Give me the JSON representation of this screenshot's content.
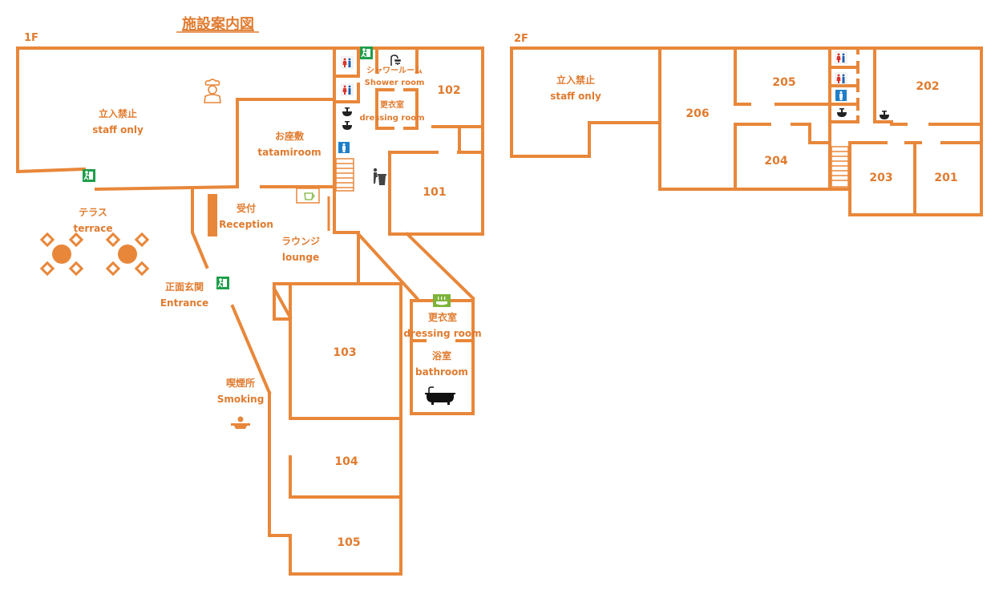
{
  "title": "施設案内図",
  "floor1": {
    "label": "1F",
    "staff_only_ja": "立入禁止",
    "staff_only_en": "staff only",
    "tatami_ja": "お座敷",
    "tatami_en": "tatamiroom",
    "shower_ja": "シャワールーム",
    "shower_en": "Shower room",
    "dressing_ja": "更衣室",
    "dressing_en": "dressing room",
    "terrace_ja": "テラス",
    "terrace_en": "terrace",
    "reception_ja": "受付",
    "reception_en": "Reception",
    "lounge_ja": "ラウンジ",
    "lounge_en": "lounge",
    "entrance_ja": "正面玄関",
    "entrance_en": "Entrance",
    "smoking_ja": "喫煙所",
    "smoking_en": "Smoking",
    "bath_dressing_ja": "更衣室",
    "bath_dressing_en": "dressing room",
    "bathroom_ja": "浴室",
    "bathroom_en": "bathroom",
    "rooms": [
      "101",
      "102",
      "103",
      "104",
      "105"
    ]
  },
  "floor2": {
    "label": "2F",
    "staff_only_ja": "立入禁止",
    "staff_only_en": "staff only",
    "rooms": [
      "201",
      "202",
      "203",
      "204",
      "205",
      "206"
    ]
  },
  "colors": {
    "wall": "#E8873A",
    "text": "#E07B2F",
    "exit_sign": "#1E9E4A",
    "toilet_bg": "#1F7FC8",
    "toilet_male": "#1F5FB0",
    "toilet_female": "#D8342E",
    "onsen_sign": "#7DB33A"
  },
  "icons": [
    "chef-icon",
    "exit-sign-icon",
    "toilet-icon",
    "shower-icon",
    "sink-icon",
    "accessible-toilet-icon",
    "trash-icon",
    "tea-icon",
    "table-icon",
    "bathtub-icon",
    "ashtray-icon",
    "onsen-icon",
    "stairs-icon"
  ]
}
